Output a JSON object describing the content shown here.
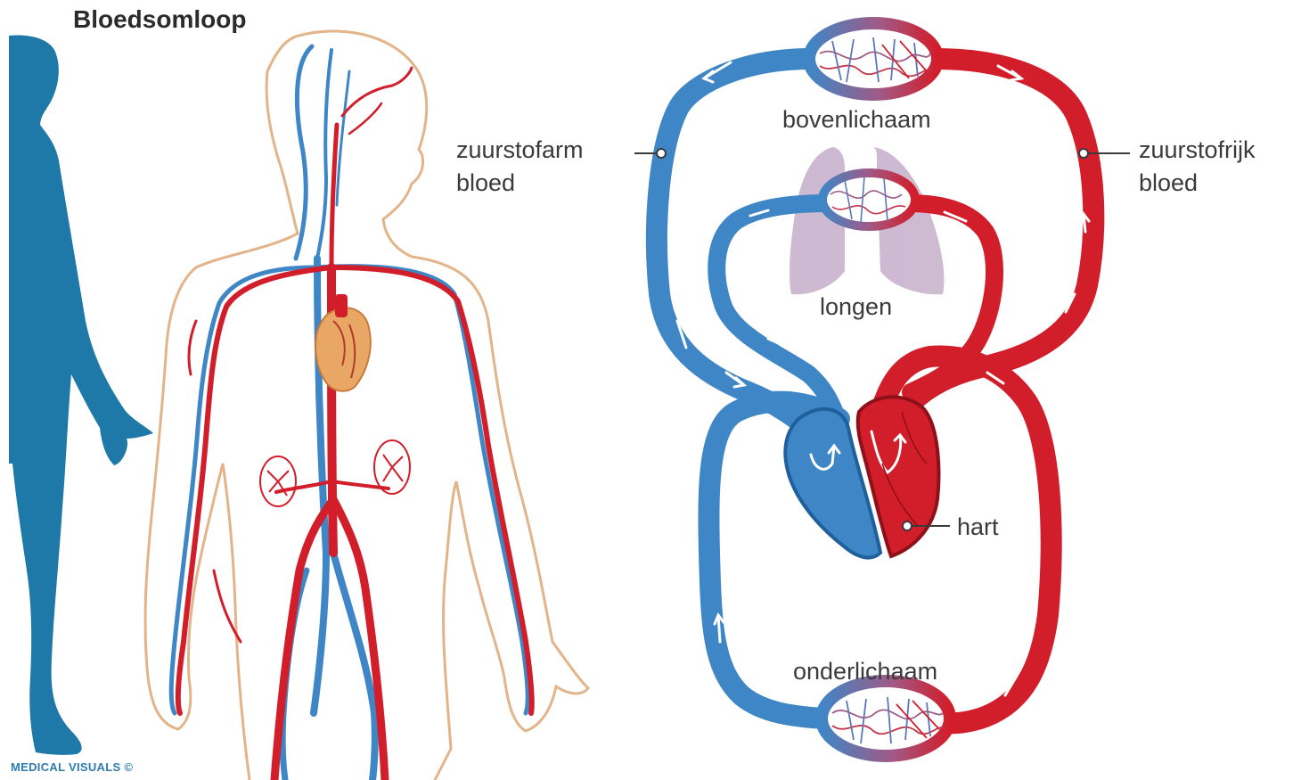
{
  "title": "Bloedsomloop",
  "credit": "MEDICAL VISUALS ©",
  "labels": {
    "upper_body": "bovenlichaam",
    "lungs": "longen",
    "lower_body": "onderlichaam",
    "heart": "hart",
    "oxygen_poor": "zuurstofarm\nbloed",
    "oxygen_rich": "zuurstofrijk\nbloed"
  },
  "colors": {
    "oxygen_poor": "#3f86c6",
    "oxygen_rich": "#d21d2a",
    "silhouette": "#1e79a8",
    "body_outline": "#e3b48a",
    "lungs": "#cbb6cf",
    "heart_tissue": "#e8a765"
  }
}
